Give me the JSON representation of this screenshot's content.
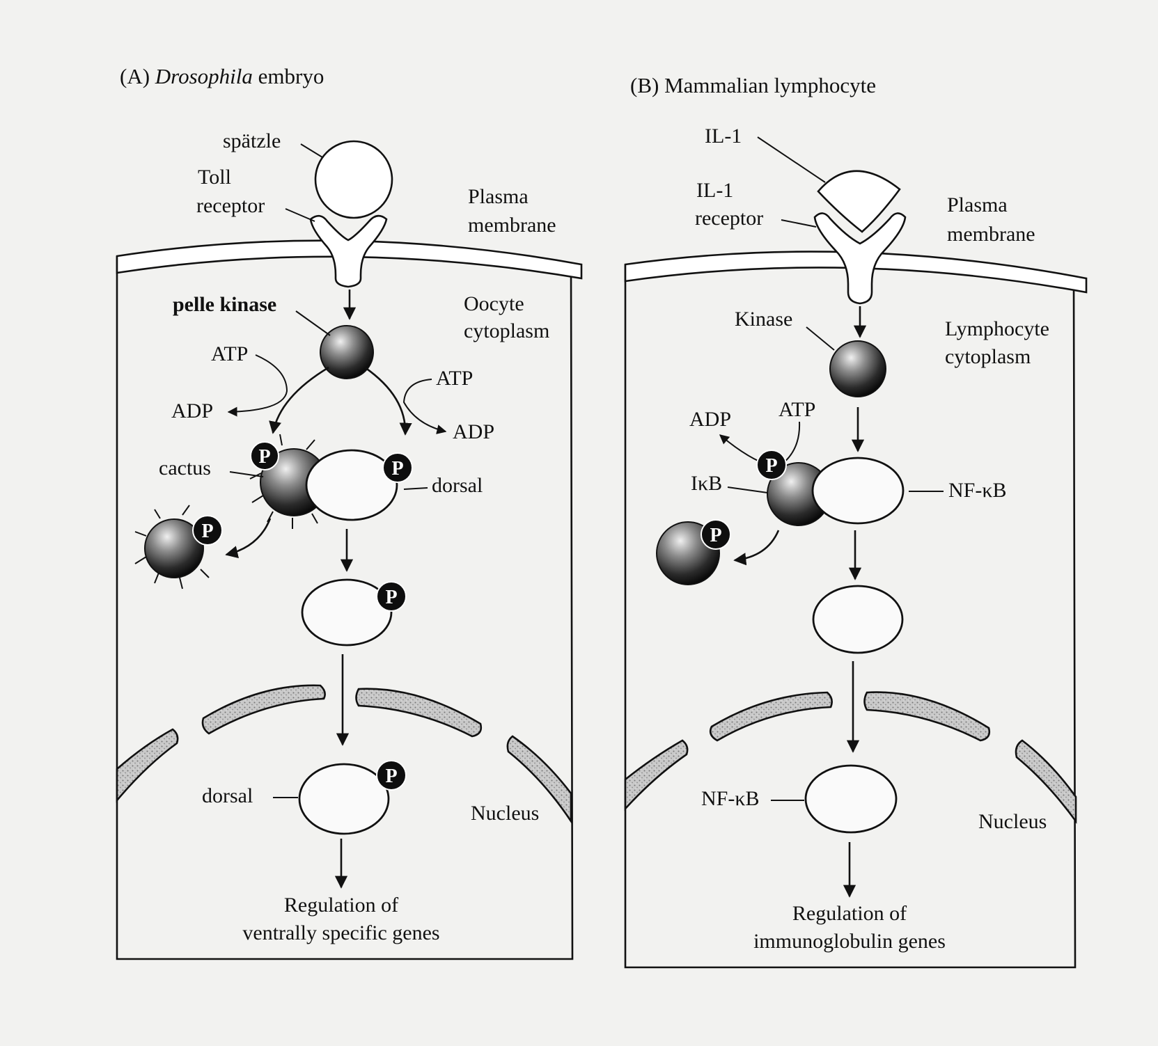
{
  "panel_a": {
    "title_prefix": "(A) ",
    "title_italic": "Drosophila",
    "title_suffix": " embryo",
    "ligand": "spätzle",
    "receptor_line1": "Toll",
    "receptor_line2": "receptor",
    "membrane_line1": "Plasma",
    "membrane_line2": "membrane",
    "kinase": "pelle kinase",
    "cytoplasm_line1": "Oocyte",
    "cytoplasm_line2": "cytoplasm",
    "atp_left": "ATP",
    "adp_left": "ADP",
    "atp_right": "ATP",
    "adp_right": "ADP",
    "inhibitor": "cactus",
    "factor": "dorsal",
    "nuclear_factor": "dorsal",
    "nucleus": "Nucleus",
    "outcome_line1": "Regulation of",
    "outcome_line2": "ventrally specific genes"
  },
  "panel_b": {
    "title": "(B) Mammalian lymphocyte",
    "ligand": "IL-1",
    "receptor_line1": "IL-1",
    "receptor_line2": "receptor",
    "membrane_line1": "Plasma",
    "membrane_line2": "membrane",
    "kinase": "Kinase",
    "cytoplasm_line1": "Lymphocyte",
    "cytoplasm_line2": "cytoplasm",
    "adp": "ADP",
    "atp": "ATP",
    "inhibitor": "IκB",
    "factor": "NF-κB",
    "nuclear_factor": "NF-κB",
    "nucleus": "Nucleus",
    "outcome_line1": "Regulation of",
    "outcome_line2": "immunoglobulin genes"
  },
  "phospho_symbol": "P"
}
